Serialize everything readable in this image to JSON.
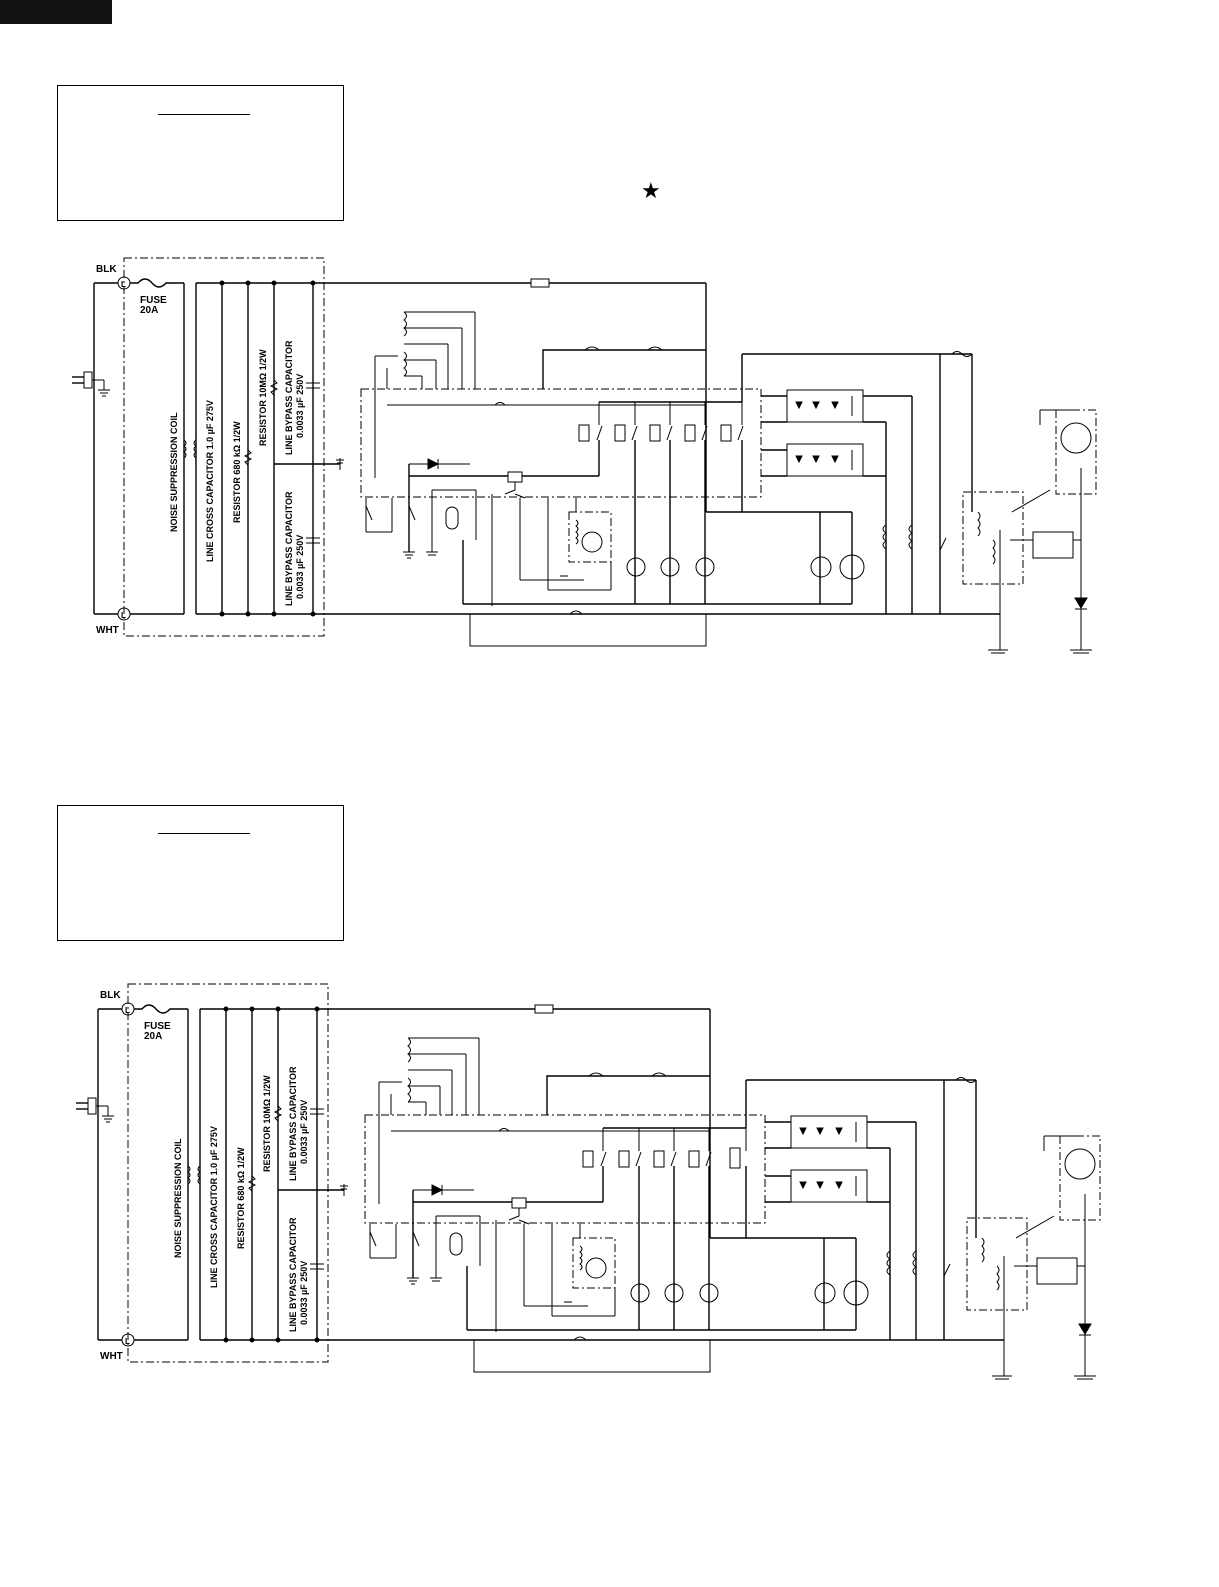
{
  "star_mark": "★",
  "schematics": [
    {
      "id": "top",
      "labels": {
        "blk": "BLK",
        "wht": "WHT",
        "terminal": "L",
        "fuse": "FUSE",
        "fuse_rating": "20A",
        "coil": "NOISE SUPPRESSION COIL",
        "cap_cross": "LINE CROSS CAPACITOR 1.0 µF 275V",
        "res_680": "RESISTOR 680 kΩ 1/2W",
        "res_10m": "RESISTOR 10MΩ 1/2W",
        "bypass_top_1": "LINE BYPASS CAPACITOR",
        "bypass_top_2": "0.0033 µF 250V",
        "bypass_bot_1": "LINE BYPASS CAPACITOR",
        "bypass_bot_2": "0.0033 µF 250V"
      }
    },
    {
      "id": "bottom",
      "labels": {
        "blk": "BLK",
        "wht": "WHT",
        "terminal": "L",
        "fuse": "FUSE",
        "fuse_rating": "20A",
        "coil": "NOISE SUPPRESSION COIL",
        "cap_cross": "LINE CROSS CAPACITOR 1.0 µF 275V",
        "res_680": "RESISTOR 680 kΩ 1/2W",
        "res_10m": "RESISTOR 10MΩ 1/2W",
        "bypass_top_1": "LINE BYPASS CAPACITOR",
        "bypass_top_2": "0.0033 µF 250V",
        "bypass_bot_1": "LINE BYPASS CAPACITOR",
        "bypass_bot_2": "0.0033 µF 250V"
      }
    }
  ]
}
